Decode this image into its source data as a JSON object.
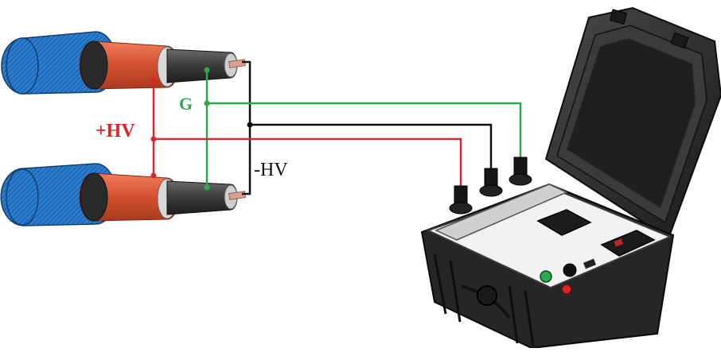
{
  "labels": {
    "positive_hv": "+HV",
    "guard": "G",
    "negative_hv": "-HV"
  },
  "colors": {
    "positive_hv": "#d9262b",
    "guard": "#2ea84a",
    "negative_hv": "#111111",
    "cable_jacket": "#1e6fc0",
    "cable_screen": "#d8553a",
    "cable_inner": "#3a3a3a",
    "device_body": "#2b2b2b",
    "device_panel": "#f2f2f2"
  },
  "icons": {
    "cable_top": "hv-cable-icon",
    "cable_bottom": "hv-cable-icon",
    "instrument": "test-instrument-case"
  }
}
